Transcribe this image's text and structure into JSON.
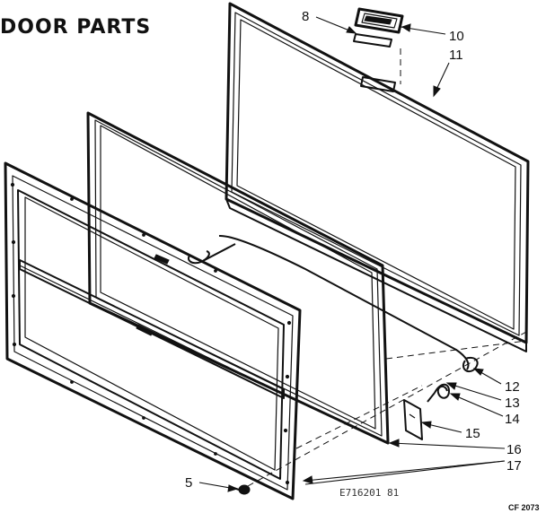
{
  "title": "DOOR PARTS",
  "callouts": [
    {
      "id": "c5",
      "label": "5"
    },
    {
      "id": "c8",
      "label": "8"
    },
    {
      "id": "c10",
      "label": "10"
    },
    {
      "id": "c11",
      "label": "11"
    },
    {
      "id": "c12",
      "label": "12"
    },
    {
      "id": "c13",
      "label": "13"
    },
    {
      "id": "c14",
      "label": "14"
    },
    {
      "id": "c15",
      "label": "15"
    },
    {
      "id": "c16",
      "label": "16"
    },
    {
      "id": "c17",
      "label": "17"
    }
  ],
  "part_code": "E716201 81",
  "corner_code": "CF 2073"
}
